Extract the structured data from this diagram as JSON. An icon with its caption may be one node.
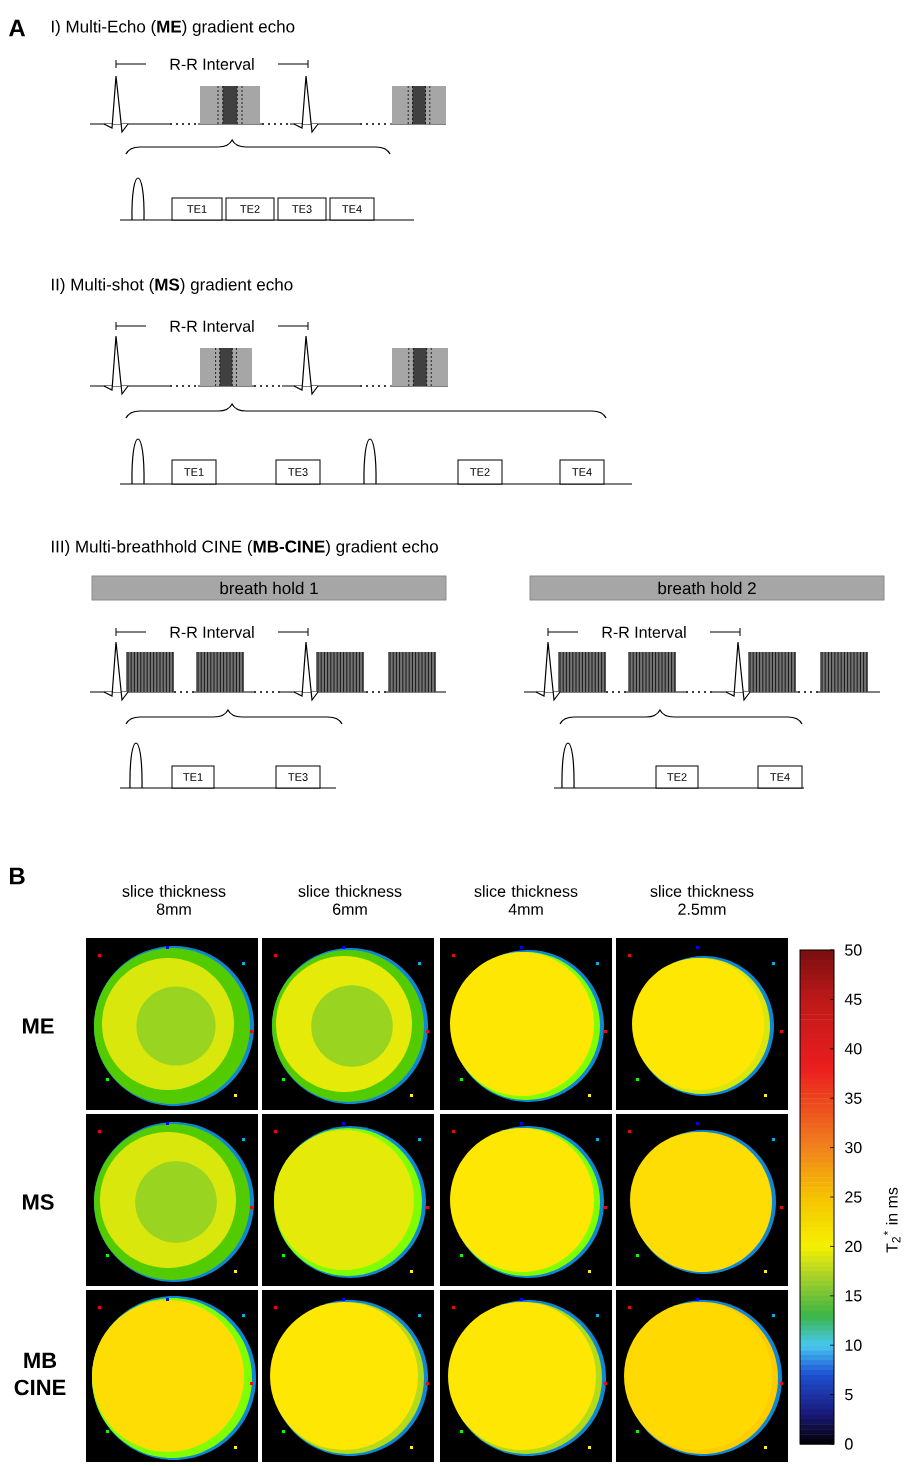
{
  "diagram": {
    "nodes": [
      {
        "text": [
          "TE1"
        ]
      },
      {
        "text": [
          "TE2"
        ]
      },
      {
        "text": [
          "TE3"
        ]
      },
      {
        "text": [
          "TE4"
        ]
      },
      {
        "text": [
          "TE1"
        ]
      },
      {
        "text": [
          "TE3"
        ]
      },
      {
        "text": [
          "TE2"
        ]
      },
      {
        "text": [
          "TE4"
        ]
      },
      {
        "text": [
          "breath hold 1"
        ]
      },
      {
        "text": [
          "breath hold 2"
        ]
      },
      {
        "text": [
          "TE1"
        ]
      },
      {
        "text": [
          "TE3"
        ]
      },
      {
        "text": [
          "TE2"
        ]
      },
      {
        "text": [
          "TE4"
        ]
      }
    ],
    "edges": [],
    "labels": [
      "A",
      "I) Multi-Echo (**ME**) gradient echo",
      "R-R Interval",
      "II) Multi-shot (**MS**) gradient echo",
      "R-R Interval",
      "III) Multi-breathhold CINE (**MB-CINE**) gradient echo",
      "R-R Interval",
      "R-R Interval",
      "B",
      "slice thickness 8mm",
      "slice thickness 6mm",
      "slice thickness 4mm",
      "slice thickness 2.5mm",
      "ME",
      "MS",
      "MB CINE",
      "50",
      "45",
      "40",
      "35",
      "30",
      "25",
      "20",
      "15",
      "10",
      "5",
      "0",
      "T$_{2}$$^{*}$ in ms"
    ]
  }
}
